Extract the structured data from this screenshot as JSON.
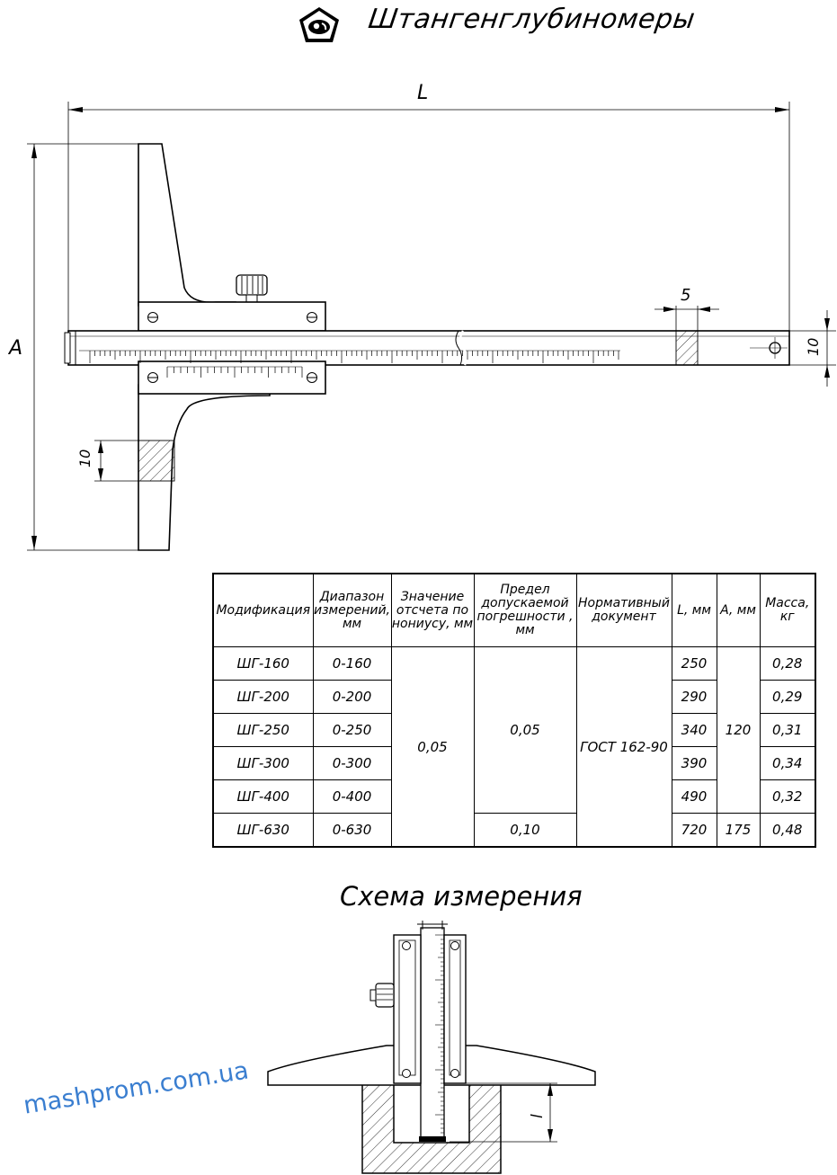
{
  "title": "Штангенглубиномеры",
  "dims": {
    "L": "L",
    "A": "A",
    "five": "5",
    "ten_right": "10",
    "ten_left": "10",
    "l": "l"
  },
  "table": {
    "headers": [
      "Модификация",
      "Диапазон измерений, мм",
      "Значение отсчета по нониусу, мм",
      "Предел допускаемой погрешности , мм",
      "Нормативный документ",
      "L, мм",
      "A, мм",
      "Масса, кг"
    ],
    "models": [
      "ШГ-160",
      "ШГ-200",
      "ШГ-250",
      "ШГ-300",
      "ШГ-400",
      "ШГ-630"
    ],
    "ranges": [
      "0-160",
      "0-200",
      "0-250",
      "0-300",
      "0-400",
      "0-630"
    ],
    "vernier": "0,05",
    "error_main": "0,05",
    "error_630": "0,10",
    "standard": "ГОСТ 162-90",
    "L": [
      "250",
      "290",
      "340",
      "390",
      "490",
      "720"
    ],
    "A_main": "120",
    "A_630": "175",
    "mass": [
      "0,28",
      "0,29",
      "0,31",
      "0,34",
      "0,32",
      "0,48"
    ]
  },
  "schema_title": "Схема измерения",
  "watermark": "mashprom.com.ua",
  "icons": [
    "brand-logo-icon"
  ]
}
